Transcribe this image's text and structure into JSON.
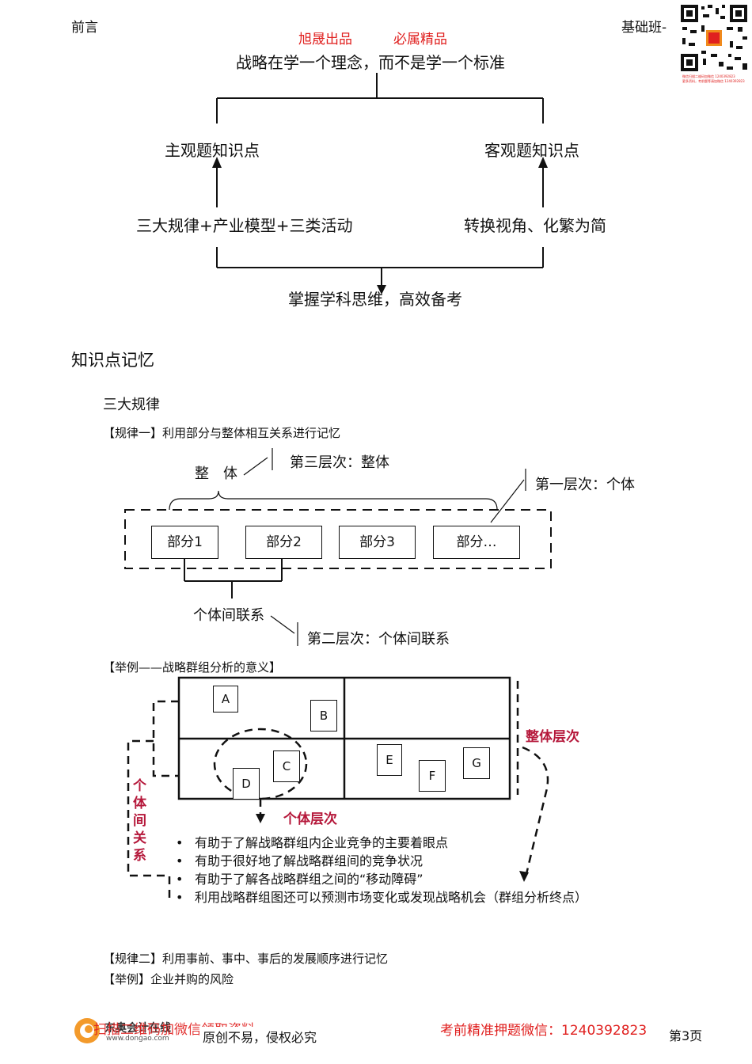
{
  "header": {
    "left": "前言",
    "right": "基础班-",
    "qr_text_1": "微信扫描二维码加微信 1240392823",
    "qr_text_2": "更多资料，考前题等请加微信 1240392823"
  },
  "banner": {
    "left": "旭晟出品",
    "right": "必属精品"
  },
  "top_diagram": {
    "root": "战略在学一个理念，而不是学一个标准",
    "left_node": "主观题知识点",
    "right_node": "客观题知识点",
    "left_base": "三大规律+产业模型+三类活动",
    "right_base": "转换视角、化繁为简",
    "bottom": "掌握学科思维，高效备考"
  },
  "section_title": "知识点记忆",
  "subsection_title": "三大规律",
  "rule1": {
    "heading": "【规律一】利用部分与整体相互关系进行记忆",
    "whole": "整　体",
    "level3": "第三层次：整体",
    "level1": "第一层次：个体",
    "parts": [
      "部分1",
      "部分2",
      "部分3",
      "部分…"
    ],
    "relation": "个体间联系",
    "level2": "第二层次：个体间联系"
  },
  "example1": {
    "heading": "【举例——战略群组分析的意义】",
    "cells": [
      "A",
      "B",
      "C",
      "D",
      "E",
      "F",
      "G"
    ],
    "whole_level": "整体层次",
    "individual_level": "个体层次",
    "relation_vertical": [
      "个",
      "体",
      "间",
      "关",
      "系"
    ],
    "bullets": [
      "有助于了解战略群组内企业竞争的主要着眼点",
      "有助于很好地了解战略群组间的竞争状况",
      "有助于了解各战略群组之间的“移动障碍”",
      "利用战略群组图还可以预测市场变化或发现战略机会（群组分析终点）"
    ]
  },
  "rule2": {
    "heading": "【规律二】利用事前、事中、事后的发展顺序进行记忆",
    "example": "【举例】企业并购的风险"
  },
  "footer": {
    "logo_cn": "东奥会计在线",
    "logo_url": "www.dongao.com",
    "overlay": "扫描二维码加微信领取资料",
    "copyright": "原创不易，侵权必究",
    "contact": "考前精准押题微信：1240392823",
    "page": "第3页"
  },
  "colors": {
    "accent_red": "#e0201f",
    "crimson": "#b5173a"
  }
}
